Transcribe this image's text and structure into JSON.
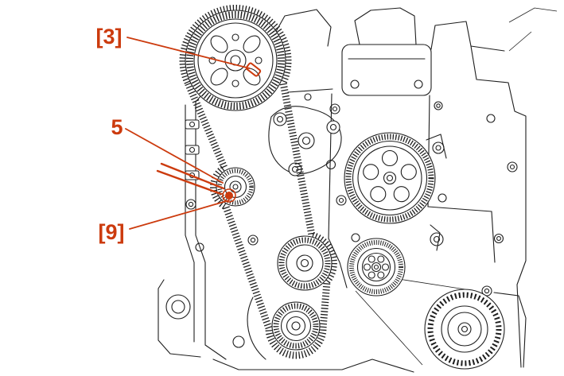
{
  "diagram": {
    "callouts": {
      "cam_mark": {
        "label": "[3]"
      },
      "tensioner": {
        "label": "5"
      },
      "tensioner_pin": {
        "label": "[9]"
      }
    }
  },
  "colors": {
    "callout": "#cc3b0e",
    "line": "#1e1e1e",
    "background": "#ffffff"
  }
}
